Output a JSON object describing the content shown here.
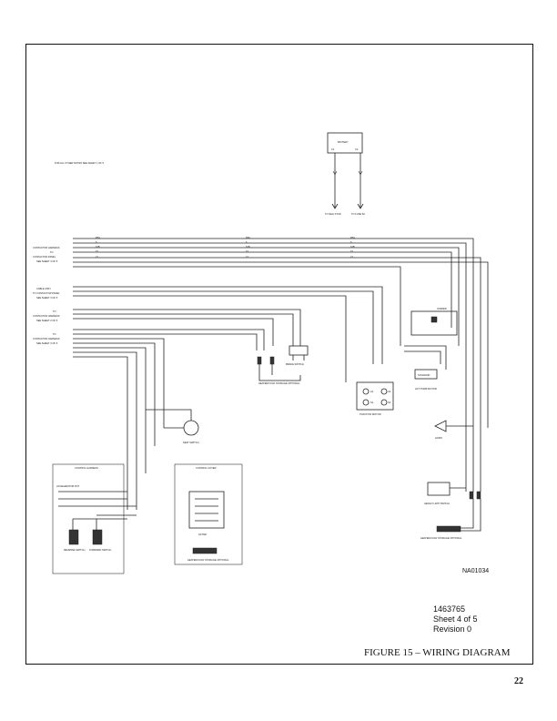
{
  "figure": {
    "title": "FIGURE 15 – WIRING DIAGRAM",
    "page_number": "22",
    "diagram_id": "NA01034",
    "doc_number": "1463765",
    "sheet": "Sheet 4 of 5",
    "revision": "Revision 0"
  },
  "notes": {
    "other_notes": "FOR ALL OTHER NOTES SEE SHEET 1 OF 5"
  },
  "harness_refs": [
    {
      "lines": [
        "CONTACTOR HARNESS",
        "TO",
        "CONTACTOR PANEL",
        "SEE SHEET 4 OF 5"
      ]
    },
    {
      "lines": [
        "CABLE ASSY",
        "TO CONTACTOR PANEL",
        "SEE SHEET 3 OF 5"
      ]
    },
    {
      "lines": [
        "TO",
        "CONTACTOR HARNESS",
        "SEE SHEET 2 OF 5"
      ]
    },
    {
      "lines": [
        "TO",
        "CONTACTOR HARNESS",
        "SEE SHEET 3 OF 5"
      ]
    }
  ],
  "components": {
    "battery": "BATTERY",
    "neg_stud": "TO NEG STUD",
    "fuse": "TO FUSE 60",
    "brake_switch": "BRAKE SWITCH",
    "heater_optional_1": "HEATER/COLD STORAGE OPTIONAL",
    "traction_motor": "TRACTION MOTOR",
    "jumper": "JUMPER",
    "solenoid": "SOLENOID",
    "lift_pump_motor": "LIFT PUMP MOTOR",
    "horn": "HORN",
    "seat_switch": "SEAT SWITCH",
    "control_harness": "CONTROL HARNESS",
    "accelerator_pot": "ACCELERATOR POT",
    "reverse_switch": "REVERSE SWITCH",
    "forward_switch": "FORWARD SWITCH",
    "control_cover": "CONTROL COVER",
    "lifter": "LIFTER",
    "heater_optional_2": "HEATER/COLD STORAGE OPTIONAL",
    "height_limit_switch": "HEIGHT LIMIT SWITCH",
    "heater_optional_3": "HEATER/COLD STORAGE OPTIONAL"
  },
  "wire_labels": {
    "top_run": [
      "P6A",
      "P6A",
      "P6A"
    ],
    "run2": [
      "6",
      "6",
      "6"
    ],
    "run3": [
      "16B",
      "16B",
      "16B"
    ],
    "run4": [
      "15",
      "15",
      "15"
    ],
    "run5": [
      "21",
      "21",
      "21"
    ]
  },
  "terminals": {
    "traction": [
      "A1",
      "S1",
      "A2",
      "S2"
    ],
    "battery": [
      "C1",
      "C2"
    ]
  }
}
